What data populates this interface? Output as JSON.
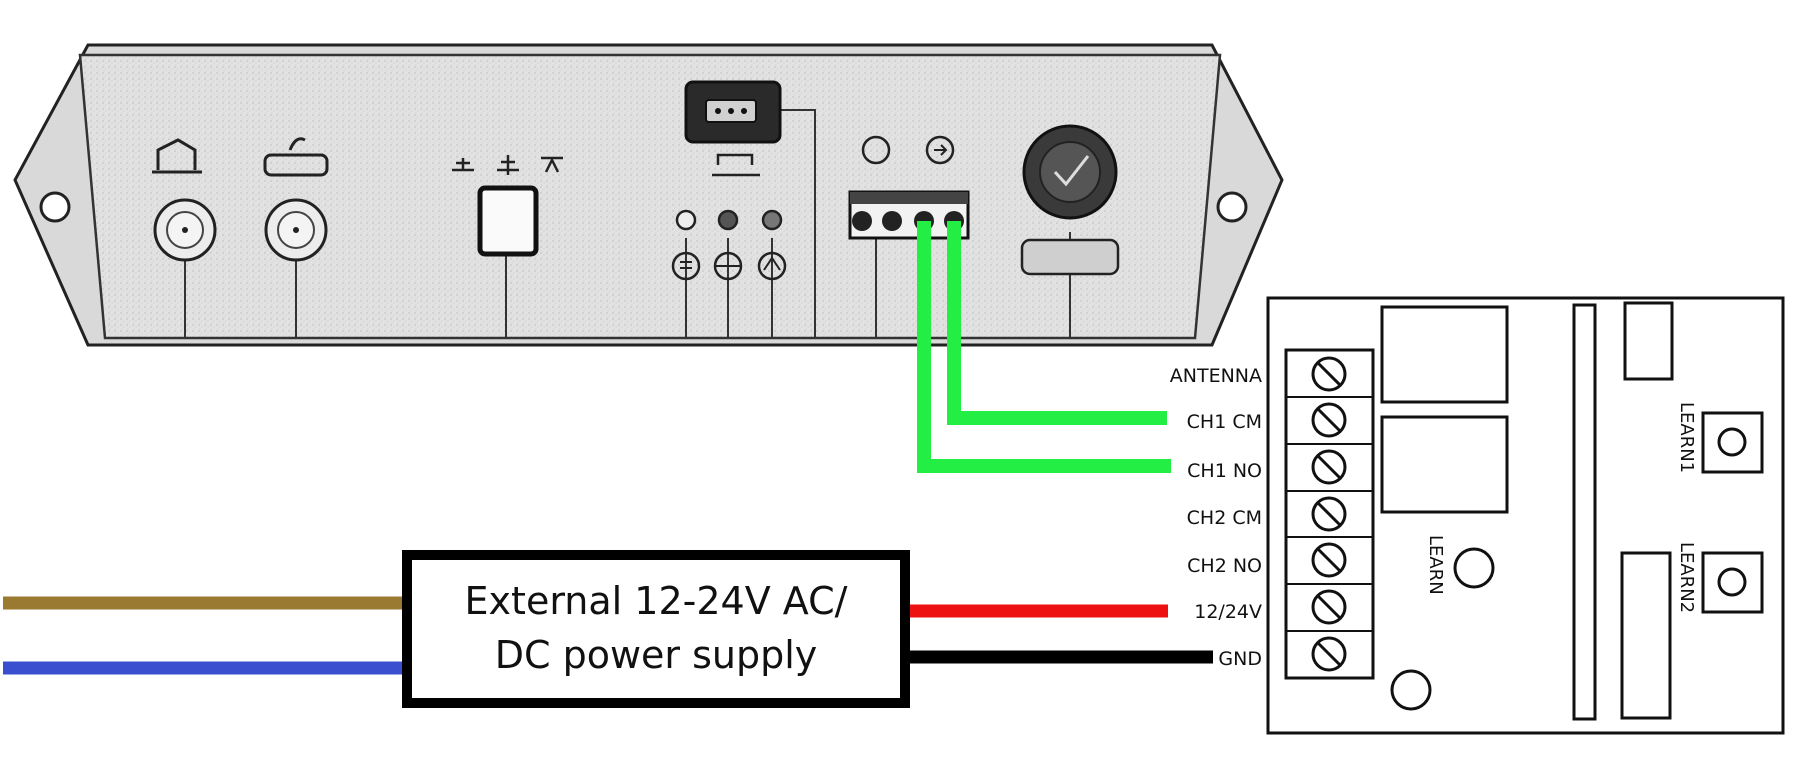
{
  "power_supply": {
    "line1": "External 12-24V AC/",
    "line2": "DC power supply"
  },
  "terminals": [
    {
      "id": "antenna",
      "label": "ANTENNA"
    },
    {
      "id": "ch1-cm",
      "label": "CH1 CM"
    },
    {
      "id": "ch1-no",
      "label": "CH1 NO"
    },
    {
      "id": "ch2-cm",
      "label": "CH2 CM"
    },
    {
      "id": "ch2-no",
      "label": "CH2 NO"
    },
    {
      "id": "power",
      "label": "12/24V"
    },
    {
      "id": "gnd",
      "label": "GND"
    }
  ],
  "board_labels": {
    "learn": "LEARN",
    "learn1": "LEARN1",
    "learn2": "LEARN2"
  },
  "colors": {
    "ch_wires": "#22ee44",
    "positive_wire": "#ee1111",
    "negative_wire": "#000000",
    "mains_live": "#9a7a30",
    "mains_neutral": "#3a4fd0",
    "panel_fill": "#e4e4e4",
    "outline": "#111111"
  }
}
